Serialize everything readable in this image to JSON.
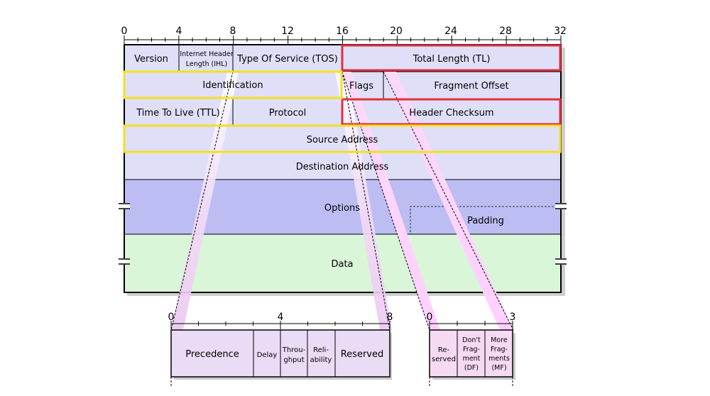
{
  "colors": {
    "header_fill": "#dfe0f7",
    "options_fill": "#bcbdf3",
    "data_fill": "#d9f6d9",
    "sub_fill": "#ebdcf5",
    "flags_fill": "#f6d9f2",
    "fan_fill": "#ffd6ff",
    "highlight_red": "#e03040",
    "highlight_yellow": "#f2e020"
  },
  "scale": {
    "ticks": [
      "0",
      "4",
      "8",
      "12",
      "16",
      "20",
      "24",
      "28",
      "32"
    ]
  },
  "fields": {
    "version": "Version",
    "ihl_line1": "Internet Header",
    "ihl_line2": "Length (IHL)",
    "tos": "Type Of Service (TOS)",
    "total_length": "Total Length (TL)",
    "identification": "Identification",
    "flags": "Flags",
    "fragment_offset": "Fragment Offset",
    "ttl": "Time To Live (TTL)",
    "protocol": "Protocol",
    "header_checksum": "Header Checksum",
    "source_address": "Source Address",
    "destination_address": "Destination Address",
    "options": "Options",
    "padding": "Padding",
    "data": "Data"
  },
  "tos_detail": {
    "ticks": [
      "0",
      "4",
      "8"
    ],
    "precedence": "Precedence",
    "delay": "Delay",
    "throughput_line1": "Throu-",
    "throughput_line2": "ghput",
    "reliability_line1": "Reli-",
    "reliability_line2": "ability",
    "reserved": "Reserved"
  },
  "flags_detail": {
    "ticks": [
      "0",
      "3"
    ],
    "reserved_line1": "Re-",
    "reserved_line2": "served",
    "df_line1": "Don't",
    "df_line2": "Frag-",
    "df_line3": "ment",
    "df_line4": "(DF)",
    "mf_line1": "More",
    "mf_line2": "Frag-",
    "mf_line3": "ments",
    "mf_line4": "(MF)"
  }
}
